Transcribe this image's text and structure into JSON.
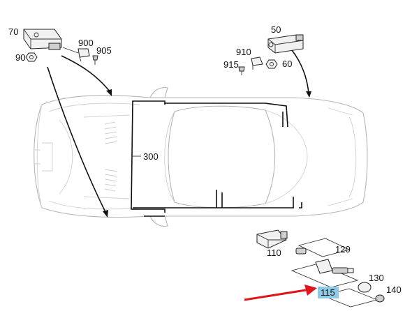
{
  "labels": {
    "l70": "70",
    "l900": "900",
    "l905": "905",
    "l90": "90",
    "l50": "50",
    "l910": "910",
    "l915": "915",
    "l60": "60",
    "l300": "300",
    "l110": "110",
    "l120": "120",
    "l130": "130",
    "l115": "115",
    "l140": "140"
  },
  "colors": {
    "highlight": "#8ec9e6",
    "arrow": "#e0141a"
  },
  "icons": {
    "arrow": "red-arrow-icon"
  }
}
